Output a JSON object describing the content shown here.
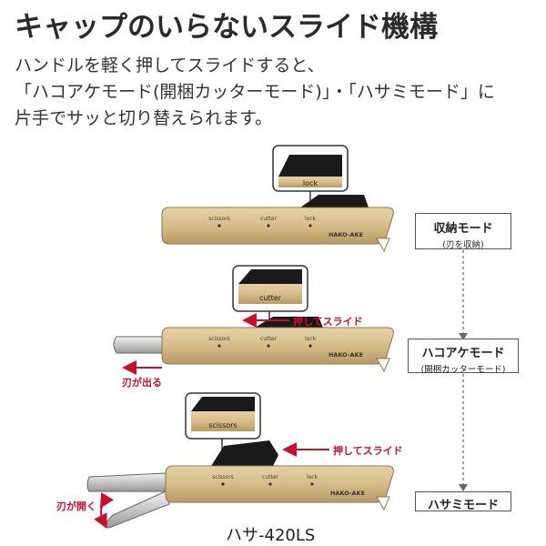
{
  "title": "キャップのいらないスライド機構",
  "description": [
    "ハンドルを軽く押してスライドすると、",
    "「ハコアケモード(開梱カッターモード)」・「ハサミモード」に",
    "片手でサッと切り替えられます。"
  ],
  "modes": [
    {
      "main": "収納モード",
      "sub": "(刃を収納)"
    },
    {
      "main": "ハコアケモード",
      "sub": "(開梱カッターモード)"
    },
    {
      "main": "ハサミモード",
      "sub": ""
    }
  ],
  "device": {
    "brand": "HAKO-AKE",
    "positions": [
      "scissors",
      "cutter",
      "lock"
    ]
  },
  "callouts": [
    "lock",
    "cutter",
    "scissors"
  ],
  "actions": {
    "push_slide": "押してスライド",
    "blade_out": "刃が出る",
    "blade_open": "刃が開く"
  },
  "model": "ハサ-420LS",
  "colors": {
    "body": "#d9c08f",
    "body_dark": "#b89a63",
    "arrow_red": "#c8102e"
  }
}
